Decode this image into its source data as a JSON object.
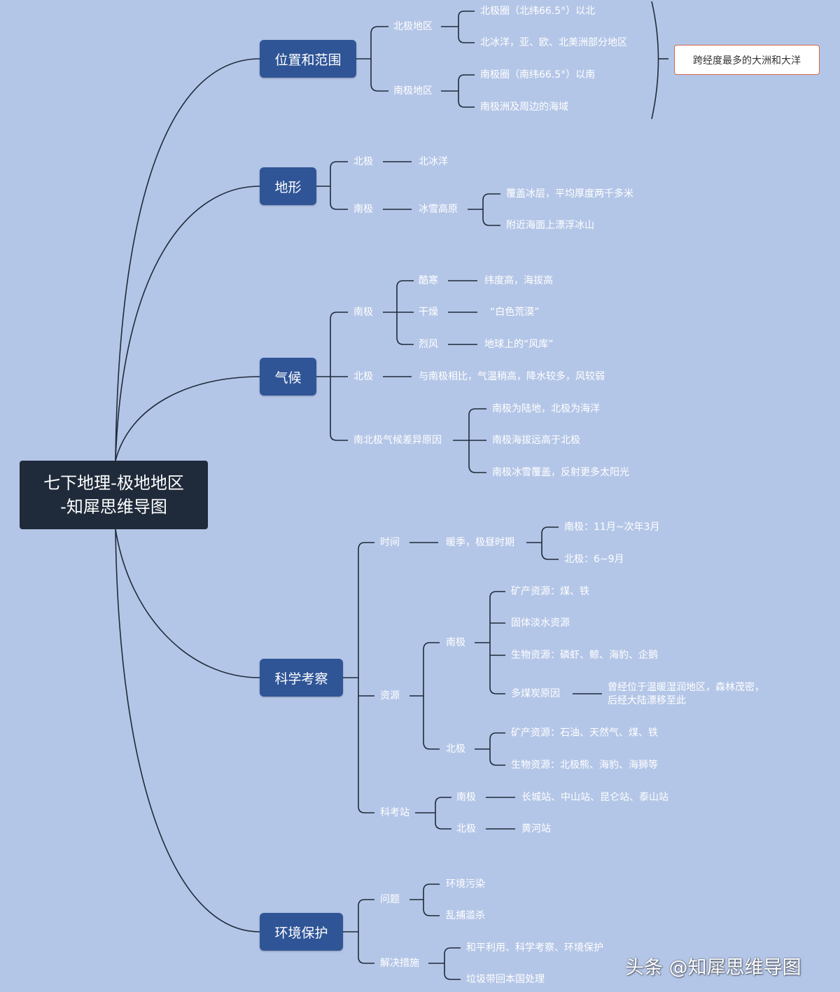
{
  "root": {
    "line1": "七下地理-极地地区",
    "line2": "-知犀思维导图"
  },
  "branches": {
    "position": {
      "label": "位置和范围",
      "north": {
        "label": "北极地区",
        "a": "北极圈（北纬66.5°）以北",
        "b": "北冰洋，亚、欧、北美洲部分地区"
      },
      "south": {
        "label": "南极地区",
        "a": "南极圈（南纬66.5°）以南",
        "b": "南极洲及周边的海域"
      },
      "callout": "跨经度最多的大洲和大洋"
    },
    "terrain": {
      "label": "地形",
      "north": {
        "label": "北极",
        "value": "北冰洋"
      },
      "south": {
        "label": "南极",
        "value": "冰雪高原",
        "a": "覆盖冰层，平均厚度两千多米",
        "b": "附近海面上漂浮冰山"
      }
    },
    "climate": {
      "label": "气候",
      "south": {
        "label": "南极",
        "cold": {
          "label": "酷寒",
          "value": "纬度高，海拔高"
        },
        "dry": {
          "label": "干燥",
          "value": "“白色荒漠”"
        },
        "wind": {
          "label": "烈风",
          "value": "地球上的“风库”"
        }
      },
      "north": {
        "label": "北极",
        "value": "与南极相比，气温稍高，降水较多，风较弱"
      },
      "reason": {
        "label": "南北极气候差异原因",
        "a": "南极为陆地，北极为海洋",
        "b": "南极海拔远高于北极",
        "c": "南极冰雪覆盖，反射更多太阳光"
      }
    },
    "research": {
      "label": "科学考察",
      "time": {
        "label": "时间",
        "value": "暖季，极昼时期",
        "south": "南极：11月~次年3月",
        "north": "北极：6~9月"
      },
      "resources": {
        "label": "资源",
        "south": {
          "label": "南极",
          "mineral": "矿产资源：煤、铁",
          "water": "固体淡水资源",
          "bio": "生物资源：磷虾、鲸、海豹、企鹅",
          "coal": {
            "label": "多煤炭原因",
            "line1": "曾经位于温暖湿润地区，森林茂密，",
            "line2": "后经大陆漂移至此"
          }
        },
        "north": {
          "label": "北极",
          "mineral": "矿产资源：石油、天然气、煤、铁",
          "bio": "生物资源：北极熊、海豹、海狮等"
        }
      },
      "stations": {
        "label": "科考站",
        "south": {
          "label": "南极",
          "value": "长城站、中山站、昆仑站、泰山站"
        },
        "north": {
          "label": "北极",
          "value": "黄河站"
        }
      }
    },
    "environment": {
      "label": "环境保护",
      "problems": {
        "label": "问题",
        "a": "环境污染",
        "b": "乱捕滥杀"
      },
      "measures": {
        "label": "解决措施",
        "a": "和平利用、科学考察、环境保护",
        "b": "垃圾带回本国处理"
      }
    }
  },
  "watermark": "头条 @知犀思维导图",
  "colors": {
    "background": "#b4c6e7",
    "root": "#1f2a3a",
    "branch": "#2f5597",
    "line": "#1f2a3a",
    "text": "#ffffff",
    "callout_border": "#d2694a"
  }
}
